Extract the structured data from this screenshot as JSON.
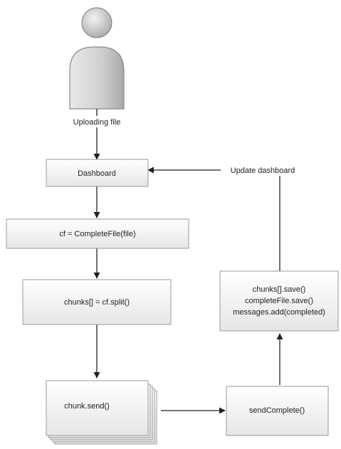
{
  "actor": {
    "icon": "user-icon"
  },
  "edges": {
    "upload_label": "Uploading file",
    "update_label": "Update dashboard"
  },
  "nodes": {
    "dashboard": "Dashboard",
    "complete_file": "cf = CompleteFile(file)",
    "split": "chunks[] = cf.split()",
    "send": "chunk.send()",
    "send_complete": "sendComplete()",
    "save_line1": "chunks[].save()",
    "save_line2": "completeFile.save()",
    "save_line3": "messages.add(completed)"
  },
  "colors": {
    "box_fill_top": "#ffffff",
    "box_fill_bottom": "#e9e9e9",
    "box_border": "#9a9a9a",
    "arrow": "#222222",
    "actor_fill": "#d6d6d6"
  }
}
